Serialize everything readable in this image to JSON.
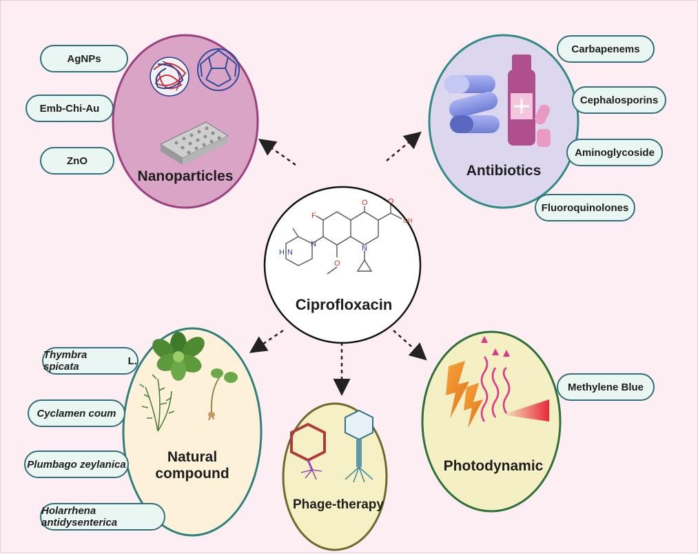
{
  "center": {
    "label": "Ciprofloxacin"
  },
  "nanoparticles": {
    "title": "Nanoparticles",
    "items": [
      "AgNPs",
      "Emb-Chi-Au",
      "ZnO"
    ]
  },
  "antibiotics": {
    "title": "Antibiotics",
    "items": [
      "Carbapenems",
      "Cephalosporins",
      "Aminoglycoside",
      "Fluoroquinolones"
    ]
  },
  "natural": {
    "title_line1": "Natural",
    "title_line2": "compound",
    "items": [
      {
        "italic": "Thymbra spicata",
        "rest": " L."
      },
      {
        "italic": "Cyclamen coum",
        "rest": ""
      },
      {
        "italic": "Plumbago zeylanica",
        "rest": ""
      },
      {
        "italic": "Holarrhena antidysenterica",
        "rest": ""
      }
    ]
  },
  "phage": {
    "title": "Phage-therapy"
  },
  "photodynamic": {
    "title": "Photodynamic",
    "items": [
      "Methylene Blue"
    ]
  },
  "molecule": {
    "atom_f": "F",
    "atom_o_top": "O",
    "atom_o_acid": "O",
    "atom_oh": "OH",
    "atom_n_ring": "N",
    "atom_n_pip": "N",
    "atom_nh": "N",
    "atom_h": "H",
    "atom_o_methoxy": "O"
  },
  "colors": {
    "background": "#fdeef3",
    "nano_fill": "#d9a4c6",
    "nano_stroke": "#9c3f7e",
    "anti_fill": "#dcd7ee",
    "anti_stroke": "#2f8a84",
    "natural_fill": "#fdf1d9",
    "natural_stroke": "#2e7f7a",
    "phage_fill": "#f6f1c4",
    "phage_stroke": "#6b6a2a",
    "photo_fill": "#f5efc4",
    "photo_stroke": "#2f6f3a",
    "pill_fill": "#eaf6f2",
    "pill_stroke": "#2e6f78"
  }
}
